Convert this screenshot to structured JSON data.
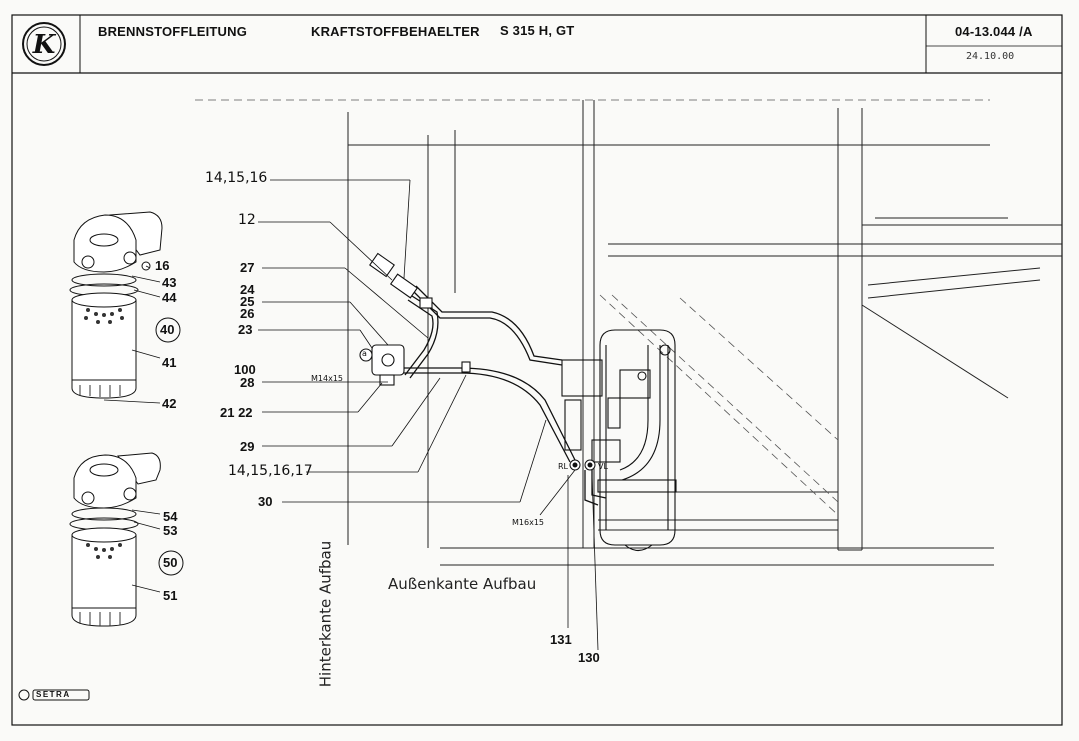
{
  "header": {
    "title_left": "BRENNSTOFFLEITUNG",
    "title_mid": "KRAFTSTOFFBEHAELTER",
    "model": "S 315 H, GT",
    "doc_number": "04-13.044 /A",
    "date": "24.10.00",
    "logo_letter": "K"
  },
  "callouts": {
    "c_14_15_16": "14,15,16",
    "c_12": "12",
    "c_27": "27",
    "c_24": "24",
    "c_25": "25",
    "c_26": "26",
    "c_23": "23",
    "c_100": "100",
    "c_28": "28",
    "c_21_22": "21 22",
    "c_29": "29",
    "c_14_15_16_17": "14,15,16,17",
    "c_30": "30",
    "c_131": "131",
    "c_130": "130",
    "m14": "M14x15",
    "m16": "M16x15",
    "rl": "RL",
    "vl": "VL",
    "a": "a"
  },
  "filters": {
    "upper": {
      "c16": "16",
      "c43": "43",
      "c44": "44",
      "c40": "40",
      "c41": "41",
      "c42": "42"
    },
    "lower": {
      "c54": "54",
      "c53": "53",
      "c50": "50",
      "c51": "51"
    }
  },
  "annotations": {
    "outer_edge": "Außenkante Aufbau",
    "rear_edge": "Hinterkante Aufbau"
  },
  "footer": {
    "brand": "SETRA"
  }
}
